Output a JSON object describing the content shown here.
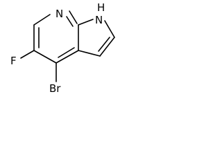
{
  "molecule": {
    "atoms": {
      "pyridine_n": "N",
      "pyrrole_nh": "H",
      "pyrrole_n": "N",
      "fluorine": "F",
      "bromine": "Br"
    }
  }
}
